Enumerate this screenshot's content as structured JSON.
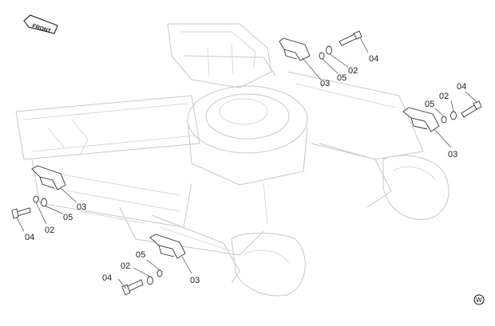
{
  "front_label": "FRONT",
  "watermark_symbol": "W",
  "callouts": {
    "rear_right": {
      "c04": "04",
      "c02": "02",
      "c05": "05",
      "c03": "03"
    },
    "front_right": {
      "c04": "04",
      "c05": "05",
      "c02": "02",
      "c03": "03"
    },
    "rear_left": {
      "c03": "03",
      "c05": "05",
      "c02": "02",
      "c04": "04"
    },
    "front_left": {
      "c02": "02",
      "c05": "05",
      "c04": "04",
      "c03": "03"
    }
  }
}
